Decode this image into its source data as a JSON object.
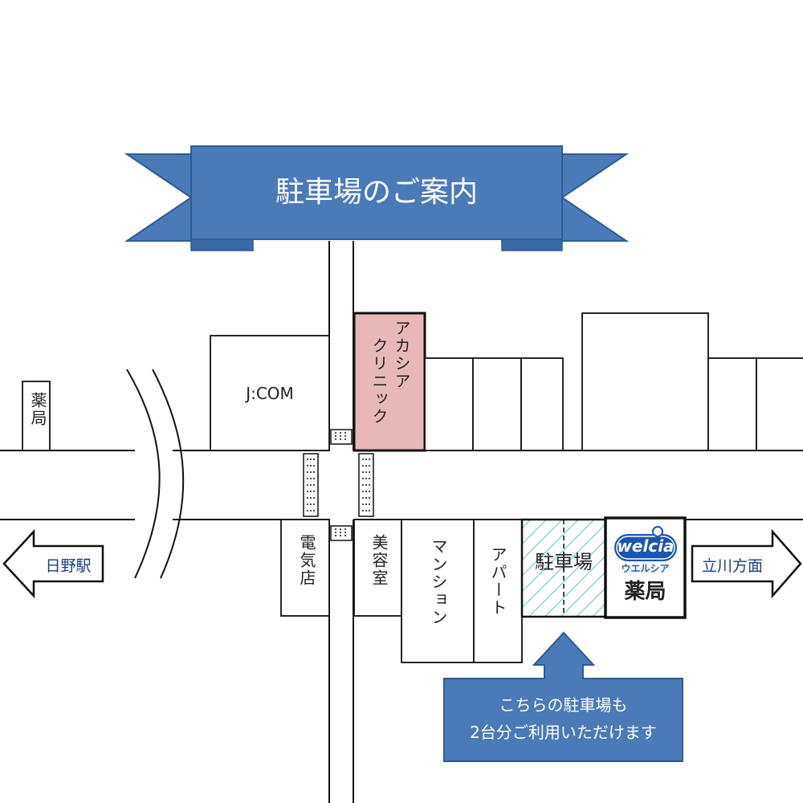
{
  "banner": {
    "title": "駐車場のご案内",
    "color": "#4a7ab8"
  },
  "buildings": {
    "jcom": "J:COM",
    "clinic_line1": "アカシア",
    "clinic_line2": "クリニック",
    "yakkyoku_small": "薬局",
    "denkiten": "電気店",
    "biyoushitsu": "美容室",
    "mansion": "マンション",
    "apart": "アパート",
    "parking": "駐車場",
    "welcia_logo": "welcia",
    "welcia_kana": "ウエルシア",
    "welcia_yakkyoku": "薬局"
  },
  "directions": {
    "left": "日野駅",
    "right": "立川方面"
  },
  "callout": {
    "line1": "こちらの駐車場も",
    "line2": "2台分ご利用いただけます",
    "color": "#4a7ab8"
  },
  "colors": {
    "clinic": "#e8b8b8",
    "parking_hatch": "#8fd3d8",
    "text_blue": "#1a3a8a"
  }
}
